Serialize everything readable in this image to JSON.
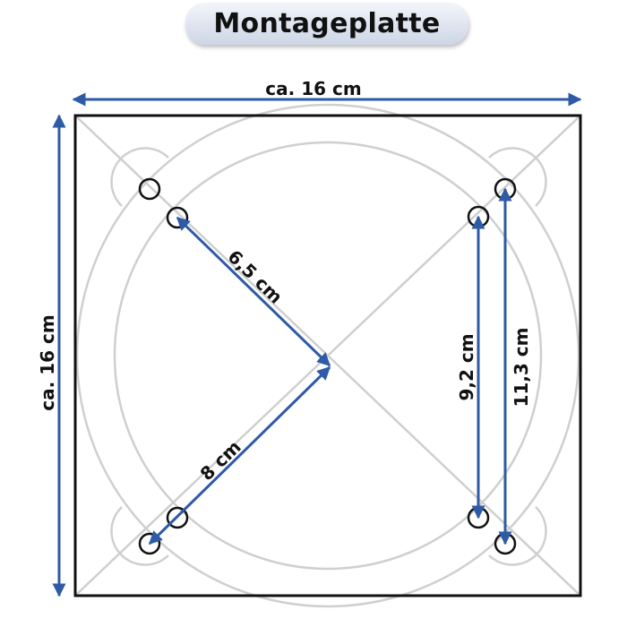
{
  "title": "Montageplatte",
  "dimensions": {
    "width": "ca. 16 cm",
    "height": "ca. 16 cm",
    "inner_hole_distance": "6,5 cm",
    "outer_hole_distance": "8 cm",
    "inner_vertical_spacing": "9,2 cm",
    "outer_vertical_spacing": "11,3 cm"
  },
  "colors": {
    "arrow": "#2e5aa6",
    "plate_outline": "#111111",
    "guide_lines": "#cfcfcf"
  }
}
